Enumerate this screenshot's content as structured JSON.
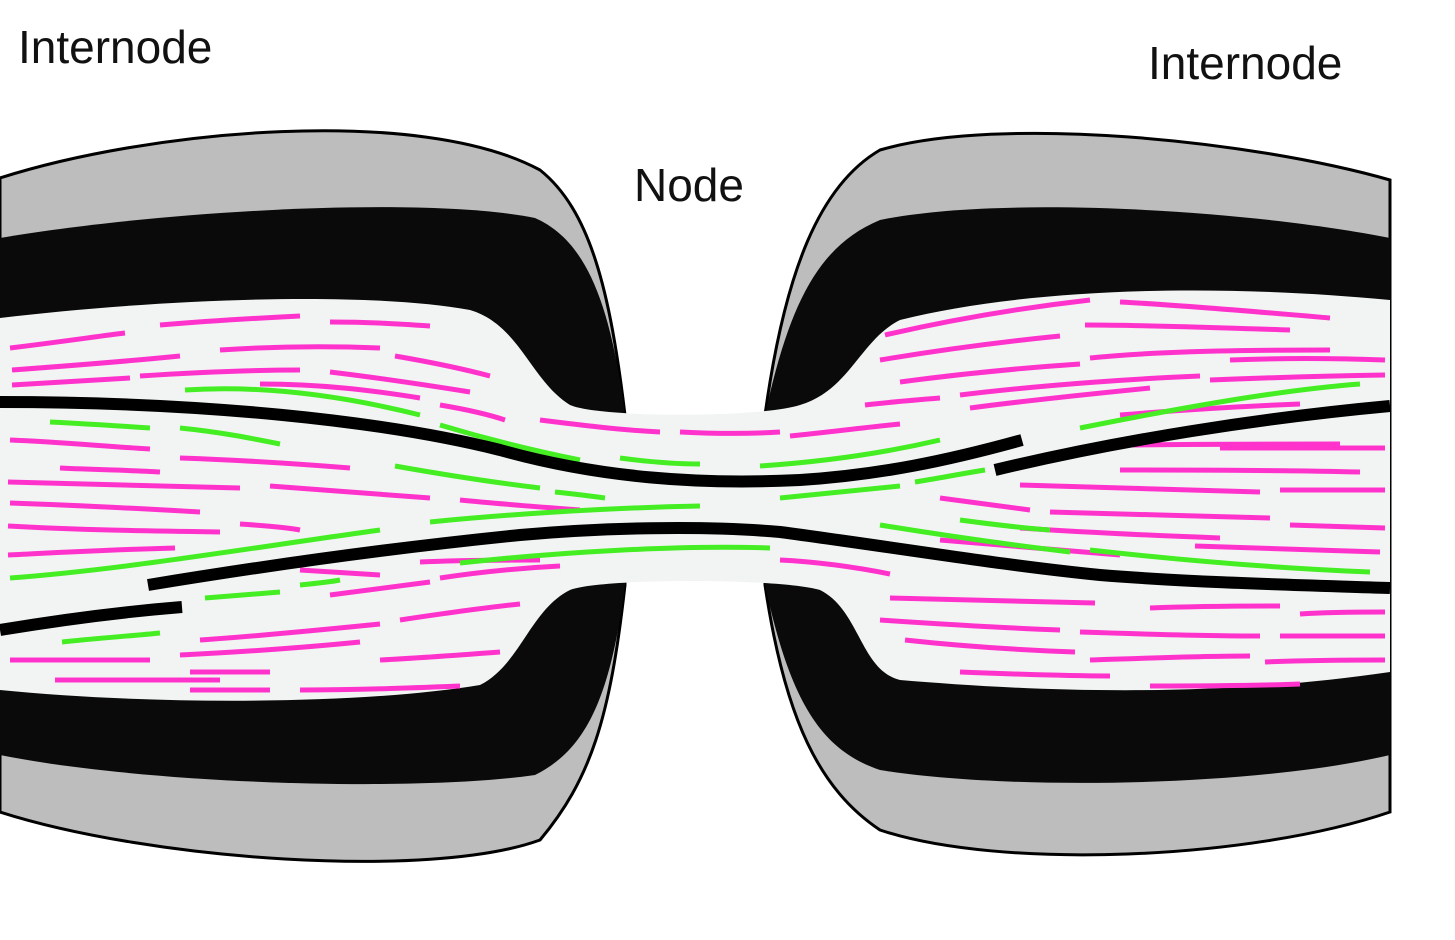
{
  "labels": {
    "internode_left": "Internode",
    "node": "Node",
    "internode_right": "Internode"
  },
  "colors": {
    "outer_sheath": "#bdbdbd",
    "myelin": "#0a0a0a",
    "axoplasm": "#f2f4f4",
    "neurofilament": "#ff33cc",
    "microtubule": "#44ee22",
    "axon_outline": "#000000"
  },
  "structures": [
    "outer-sheath",
    "myelin-layer",
    "axoplasm",
    "neurofilaments",
    "microtubules",
    "black-filaments"
  ]
}
